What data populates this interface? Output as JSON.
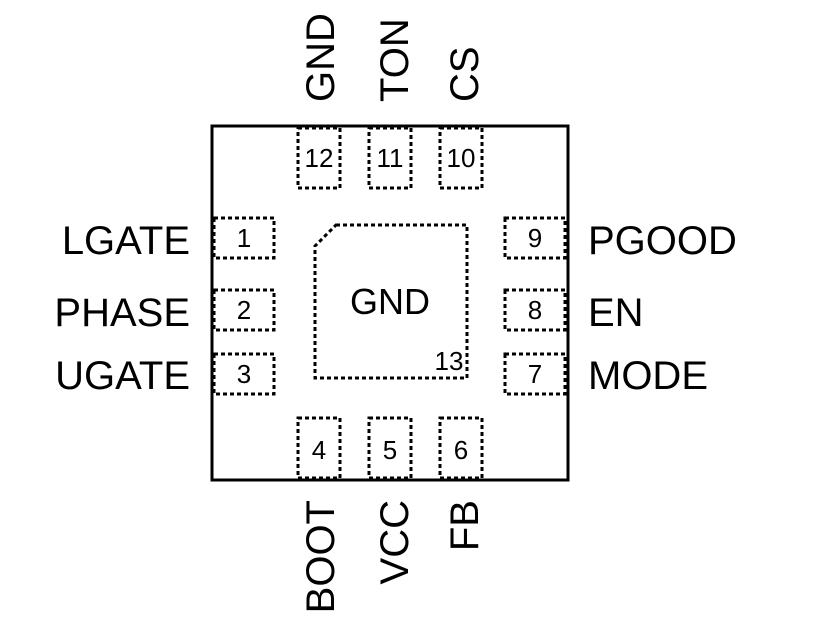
{
  "package": {
    "exposed_pad": {
      "label": "GND",
      "number": "13"
    },
    "pins": {
      "left": [
        {
          "number": "1",
          "name": "LGATE"
        },
        {
          "number": "2",
          "name": "PHASE"
        },
        {
          "number": "3",
          "name": "UGATE"
        }
      ],
      "bottom": [
        {
          "number": "4",
          "name": "BOOT"
        },
        {
          "number": "5",
          "name": "VCC"
        },
        {
          "number": "6",
          "name": "FB"
        }
      ],
      "right": [
        {
          "number": "7",
          "name": "MODE"
        },
        {
          "number": "8",
          "name": "EN"
        },
        {
          "number": "9",
          "name": "PGOOD"
        }
      ],
      "top": [
        {
          "number": "10",
          "name": "CS"
        },
        {
          "number": "11",
          "name": "TON"
        },
        {
          "number": "12",
          "name": "GND"
        }
      ]
    }
  }
}
